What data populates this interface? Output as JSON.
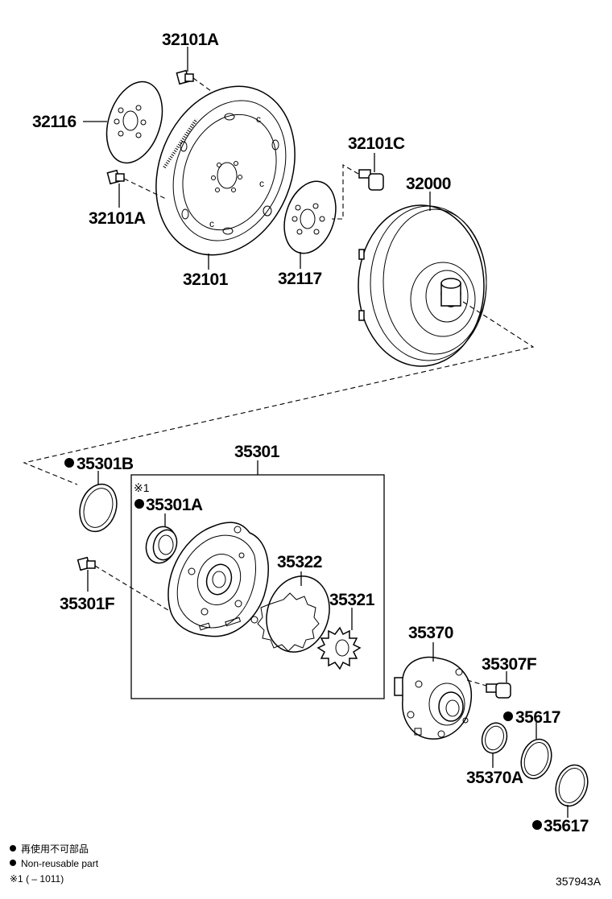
{
  "diagram": {
    "reference_code": "357943A",
    "part_labels": {
      "p32101A_top": "32101A",
      "p32116": "32116",
      "p32101A_mid": "32101A",
      "p32101": "32101",
      "p32101C": "32101C",
      "p32000": "32000",
      "p32117": "32117",
      "p35301": "35301",
      "p35301B": "35301B",
      "p35301A": "35301A",
      "p35301F": "35301F",
      "p35322": "35322",
      "p35321": "35321",
      "p35370": "35370",
      "p35307F": "35307F",
      "p35617_a": "35617",
      "p35370A": "35370A",
      "p35617_b": "35617"
    },
    "note_marker": "※1",
    "legend": {
      "line1": "再使用不可部品",
      "line2": "Non-reusable part",
      "line3": "※1 (      – 1011)"
    }
  }
}
